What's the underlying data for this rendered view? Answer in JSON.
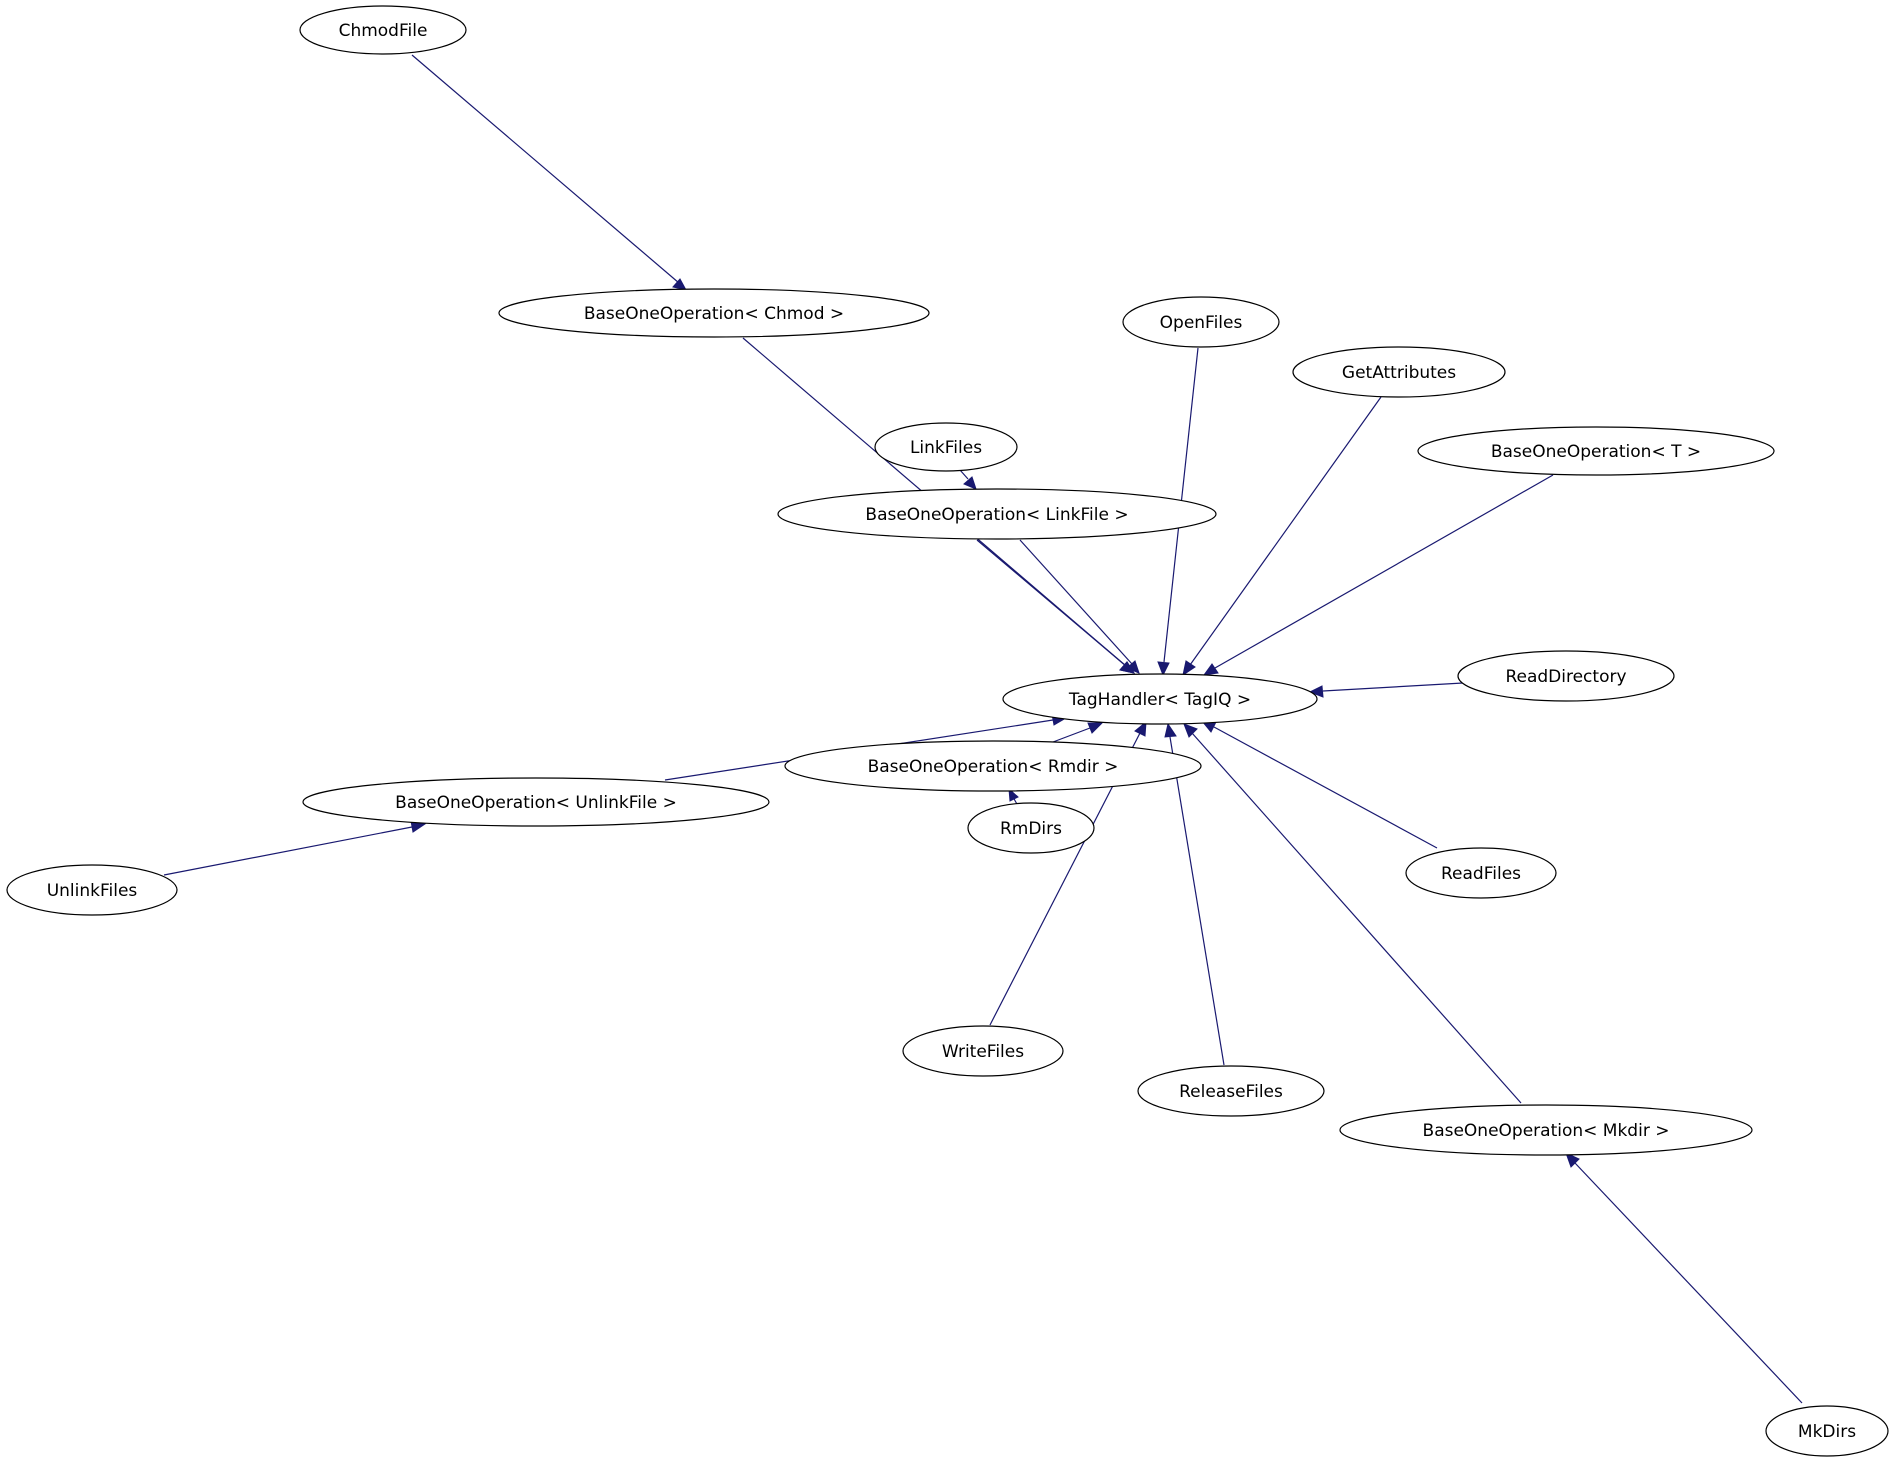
{
  "diagram": {
    "nodes": {
      "chmodfile": "ChmodFile",
      "base_chmod": "BaseOneOperation< Chmod >",
      "openfiles": "OpenFiles",
      "getattributes": "GetAttributes",
      "base_t": "BaseOneOperation< T >",
      "linkfiles": "LinkFiles",
      "base_linkfile": "BaseOneOperation< LinkFile >",
      "taghandler": "TagHandler< TagIQ >",
      "readdirectory": "ReadDirectory",
      "base_rmdir": "BaseOneOperation< Rmdir >",
      "base_unlinkfile": "BaseOneOperation< UnlinkFile >",
      "rmdirs": "RmDirs",
      "readfiles": "ReadFiles",
      "unlinkfiles": "UnlinkFiles",
      "writefiles": "WriteFiles",
      "releasefiles": "ReleaseFiles",
      "base_mkdir": "BaseOneOperation< Mkdir >",
      "mkdirs": "MkDirs"
    },
    "edges": [
      {
        "from": "chmodfile",
        "to": "base_chmod"
      },
      {
        "from": "base_chmod",
        "to": "taghandler"
      },
      {
        "from": "openfiles",
        "to": "taghandler"
      },
      {
        "from": "getattributes",
        "to": "taghandler"
      },
      {
        "from": "base_t",
        "to": "taghandler"
      },
      {
        "from": "linkfiles",
        "to": "base_linkfile"
      },
      {
        "from": "base_linkfile",
        "to": "taghandler"
      },
      {
        "from": "readdirectory",
        "to": "taghandler"
      },
      {
        "from": "base_rmdir",
        "to": "taghandler"
      },
      {
        "from": "rmdirs",
        "to": "base_rmdir"
      },
      {
        "from": "base_unlinkfile",
        "to": "taghandler"
      },
      {
        "from": "unlinkfiles",
        "to": "base_unlinkfile"
      },
      {
        "from": "writefiles",
        "to": "taghandler"
      },
      {
        "from": "releasefiles",
        "to": "taghandler"
      },
      {
        "from": "readfiles",
        "to": "taghandler"
      },
      {
        "from": "base_mkdir",
        "to": "taghandler"
      },
      {
        "from": "mkdirs",
        "to": "base_mkdir"
      }
    ],
    "colors": {
      "edge": "#191970",
      "node_border": "#000000",
      "node_fill": "#ffffff"
    }
  }
}
